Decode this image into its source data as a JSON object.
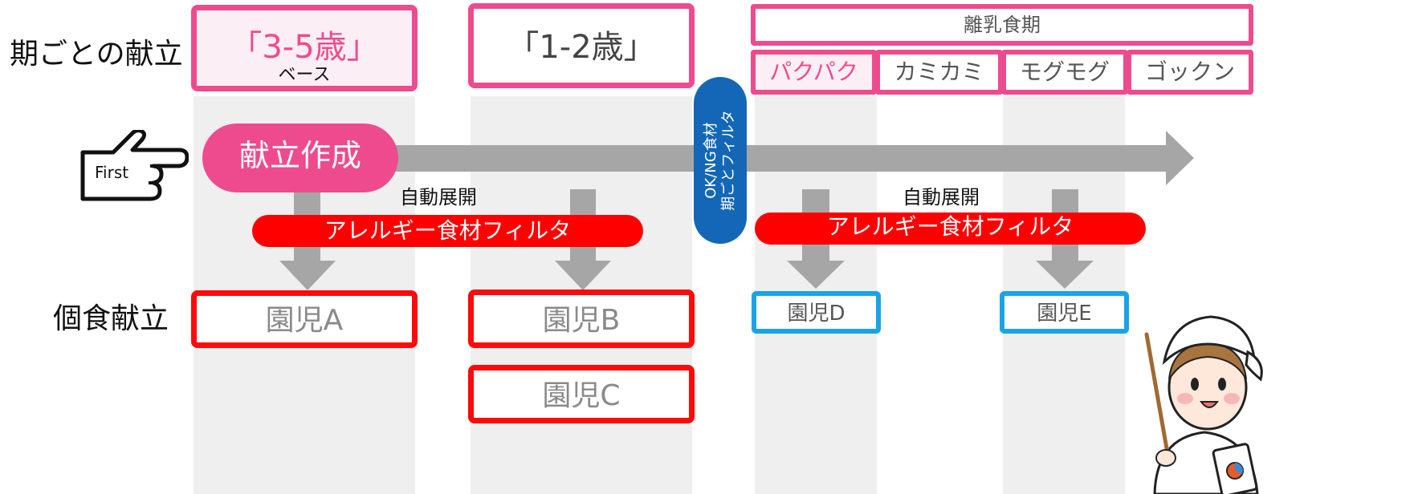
{
  "row_labels": {
    "menus_per_stage": "期ごとの献立",
    "individual_menus": "個食献立"
  },
  "stages": {
    "age_3_5": "「3-5歳」",
    "age_3_5_sub": "ベース",
    "age_1_2": "「1-2歳」",
    "weaning_title": "離乳食期",
    "weaning_substages": [
      "パクパク",
      "カミカミ",
      "モグモグ",
      "ゴックン"
    ]
  },
  "flow": {
    "start_hand_label": "First",
    "create_menu": "献立作成",
    "auto_expand_1": "自動展開",
    "auto_expand_2": "自動展開",
    "allergy_filter_1": "アレルギー食材フィルタ",
    "allergy_filter_2": "アレルギー食材フィルタ",
    "ok_ng_filter_line1": "OK/NG食材",
    "ok_ng_filter_line2": "期ごとフィルタ"
  },
  "children": {
    "a": "園児A",
    "b": "園児B",
    "c": "園児C",
    "d": "園児D",
    "e": "園児E"
  },
  "colors": {
    "pink": "#ee4b8e",
    "red": "#ff0000",
    "blue": "#1aa3e8",
    "navy": "#1467b6",
    "arrow_gray": "#a6a6a6",
    "column_gray": "#efefef"
  }
}
